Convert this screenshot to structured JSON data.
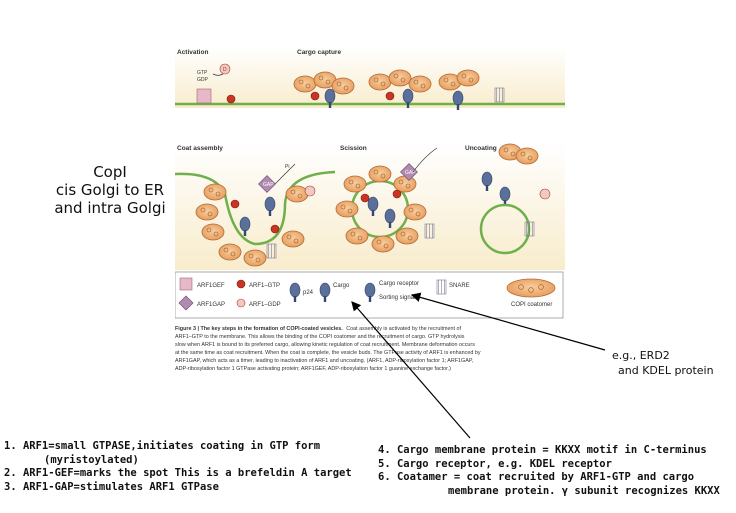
{
  "side_title": [
    "CopI",
    "cis Golgi to ER",
    "and intra Golgi"
  ],
  "figure": {
    "panel_labels": {
      "activation": "Activation",
      "cargo_capture": "Cargo capture",
      "coat_assembly": "Coat assembly",
      "scission": "Scission",
      "uncoating": "Uncoating"
    },
    "panel_marks": {
      "gtp": "GTP",
      "gdp": "GDP",
      "d": "D",
      "pi": "Pi",
      "gap": "GAP"
    },
    "legend": {
      "arf1gef": "ARF1GEF",
      "arf1gap": "ARF1GAP",
      "arf1_gtp": "ARF1–GTP",
      "arf1_gdp": "ARF1–GDP",
      "p24": "p24",
      "cargo": "Cargo",
      "cargo_receptor": "Cargo receptor",
      "sorting_signal": "Sorting signal",
      "snare": "SNARE",
      "copi_coatomer": "COPI coatomer"
    },
    "caption_bold": "Figure 3 | The key steps in the formation of COPI-coated vesicles.",
    "caption_lines": [
      "Coat assembly is activated by the recruitment of",
      "ARF1–GTP to the membrane. This allows the binding of the COPI coatomer and the recruitment of cargo. GTP hydrolysis",
      "slow when ARF1 is bound to its preferred cargo, allowing kinetic regulation of coat recruitment. Membrane deformation occurs",
      "at the same time as coat recruitment. When the coat is complete, the vesicle buds. The GTPase activity of ARF1 is enhanced by",
      "ARF1GAP, which acts as a timer, leading to inactivation of ARF1 and uncoating. (ARF1, ADP-ribosylation factor 1; ARF1GAP,",
      "ADP-ribosylation factor 1 GTPase activating protein; ARF1GEF, ADP-ribosylation factor 1 guanine exchange factor.)"
    ]
  },
  "callout": {
    "line1": "e.g., ERD2",
    "line2": "and KDEL protein"
  },
  "notes_left": [
    "1. ARF1=small GTPASE,initiates coating in GTP form",
    "(myristoylated)",
    "2. ARF1-GEF=marks the spot  This is a brefeldin A target",
    "3. ARF1-GAP=stimulates ARF1 GTPase"
  ],
  "notes_right": [
    "4. Cargo membrane protein = KKXX motif in C-terminus",
    "5. Cargo receptor, e.g. KDEL receptor",
    "6. Coatamer = coat recruited by ARF1-GTP and cargo",
    "membrane protein. γ subunit recognizes KKXX"
  ],
  "colors": {
    "panel_bg": "#fbf3dc",
    "membrane": "#6fb04a",
    "coatomer": "#f0b070",
    "coatomer_edge": "#b06a35",
    "cargo_blue": "#5a6f9a",
    "arf_red": "#cc3322",
    "gef_pink": "#e8b8c8",
    "gap_purple": "#b08ab0"
  },
  "icons": [
    "arrow-icon",
    "coatomer-icon",
    "snare-icon",
    "cargo-icon",
    "p24-icon"
  ]
}
